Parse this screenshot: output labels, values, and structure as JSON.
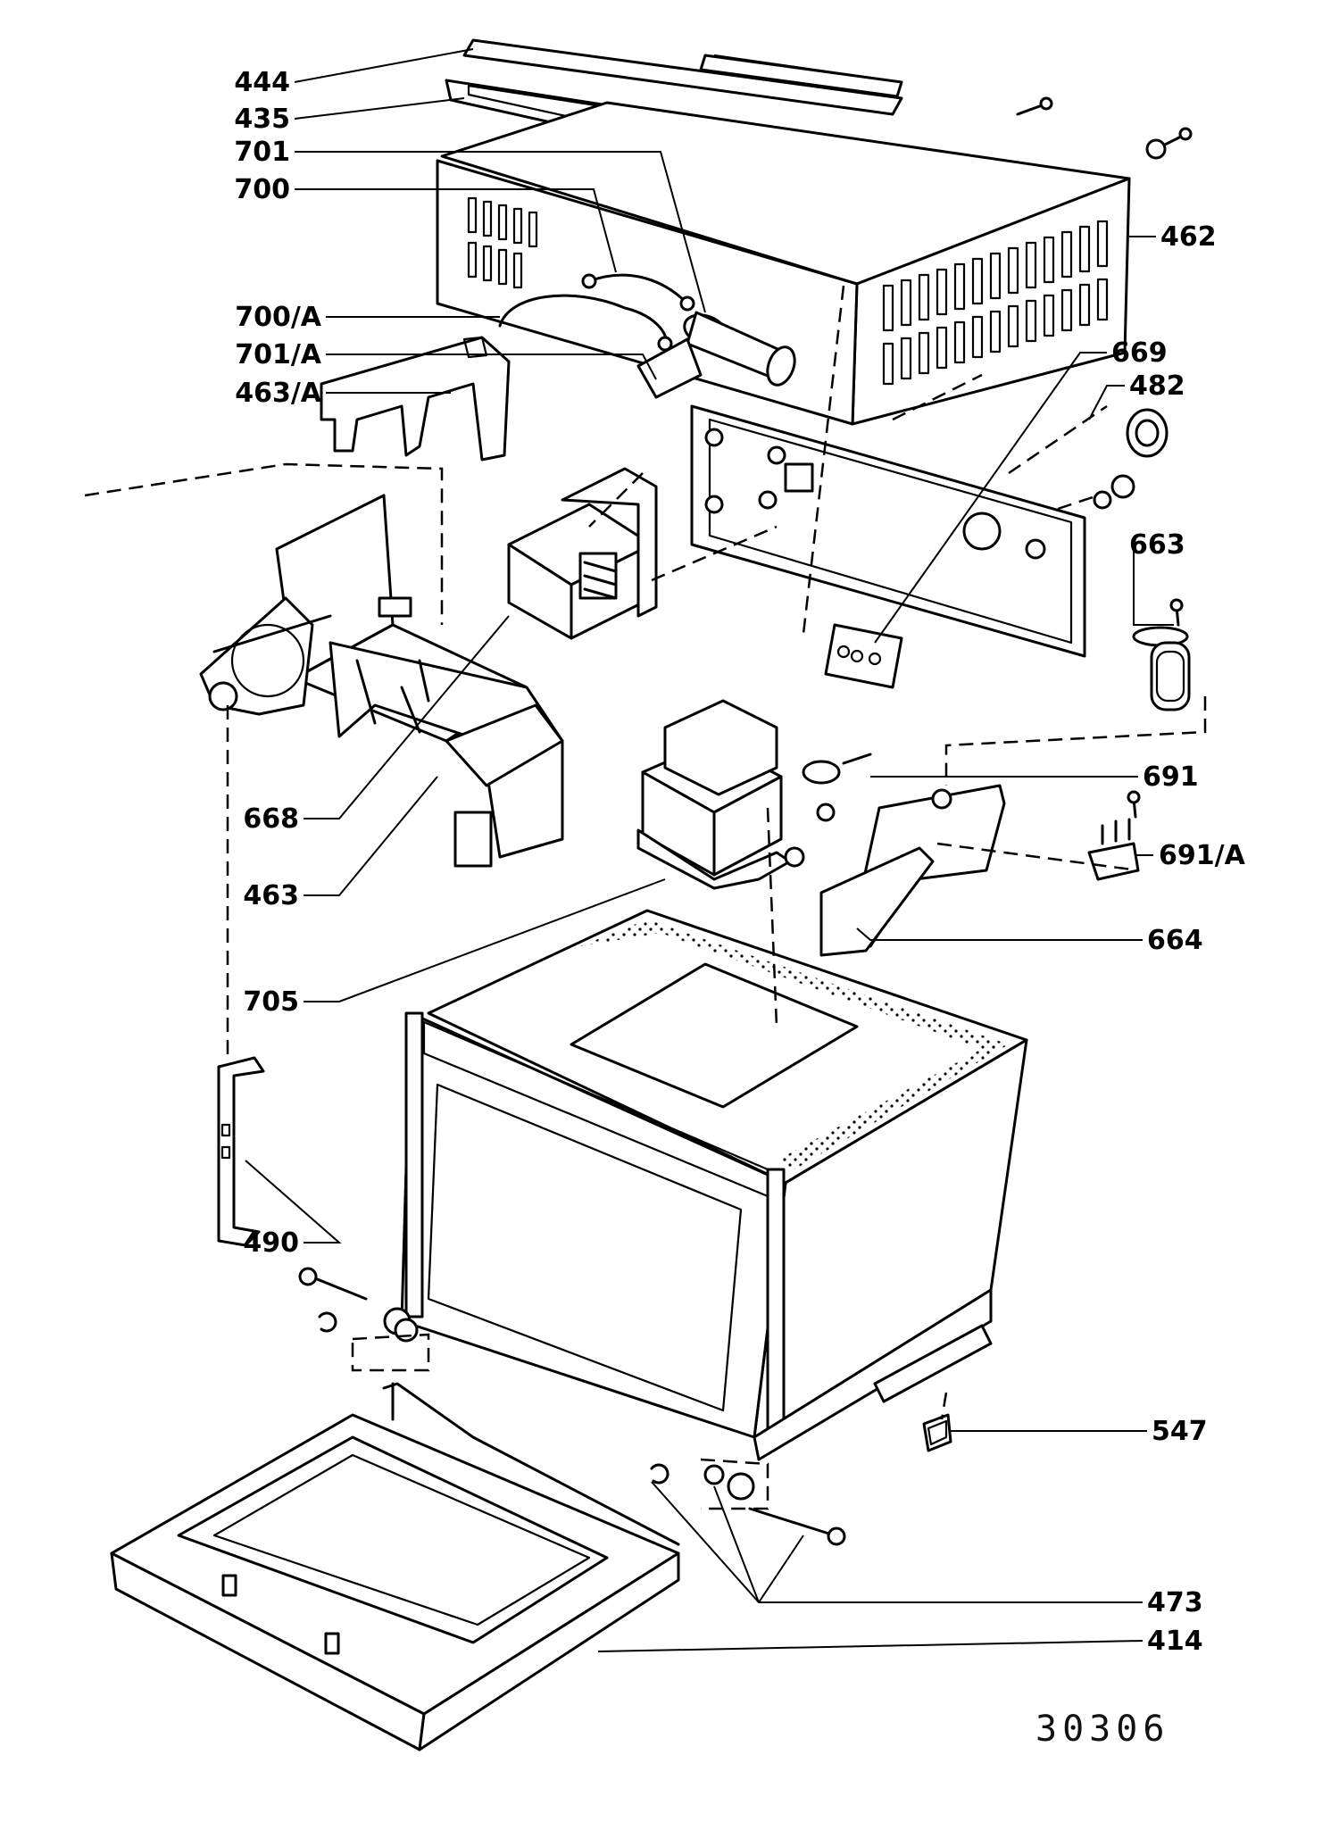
{
  "diagram": {
    "drawing_number": "30306",
    "callouts": [
      {
        "id": "444",
        "text": "444"
      },
      {
        "id": "435",
        "text": "435"
      },
      {
        "id": "701",
        "text": "701"
      },
      {
        "id": "700",
        "text": "700"
      },
      {
        "id": "700a",
        "text": "700/A"
      },
      {
        "id": "701a",
        "text": "701/A"
      },
      {
        "id": "463a",
        "text": "463/A"
      },
      {
        "id": "668",
        "text": "668"
      },
      {
        "id": "463",
        "text": "463"
      },
      {
        "id": "705",
        "text": "705"
      },
      {
        "id": "490",
        "text": "490"
      },
      {
        "id": "462",
        "text": "462"
      },
      {
        "id": "669",
        "text": "669"
      },
      {
        "id": "482",
        "text": "482"
      },
      {
        "id": "663",
        "text": "663"
      },
      {
        "id": "691",
        "text": "691"
      },
      {
        "id": "691a",
        "text": "691/A"
      },
      {
        "id": "664",
        "text": "664"
      },
      {
        "id": "547",
        "text": "547"
      },
      {
        "id": "473",
        "text": "473"
      },
      {
        "id": "414",
        "text": "414"
      }
    ]
  }
}
